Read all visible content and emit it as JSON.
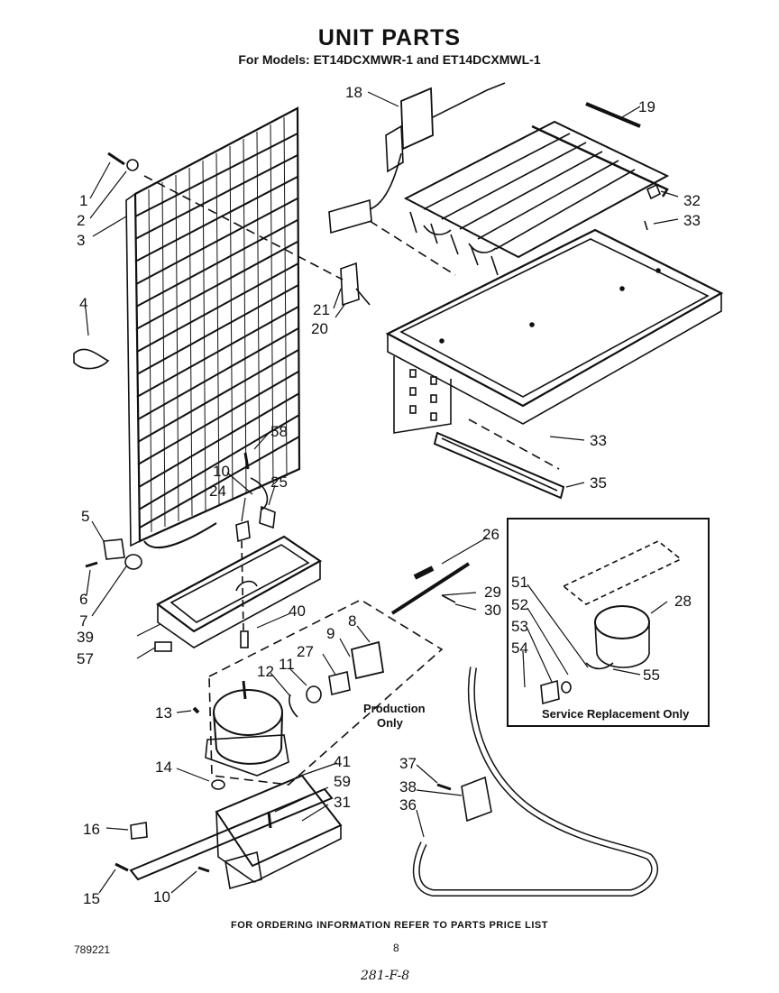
{
  "title": "UNIT PARTS",
  "subtitle": "For Models: ET14DCXMWR-1 and ET14DCXMWL-1",
  "labels": [
    "1",
    "2",
    "3",
    "4",
    "5",
    "6",
    "7",
    "8",
    "9",
    "10",
    "10",
    "11",
    "12",
    "13",
    "14",
    "15",
    "16",
    "18",
    "19",
    "20",
    "21",
    "24",
    "25",
    "26",
    "27",
    "28",
    "29",
    "30",
    "31",
    "32",
    "33",
    "33",
    "35",
    "36",
    "37",
    "38",
    "39",
    "40",
    "41",
    "51",
    "52",
    "53",
    "54",
    "55",
    "57",
    "58",
    "59"
  ],
  "production_note": [
    "Production",
    "Only"
  ],
  "service_note": "Service Replacement Only",
  "footer": "FOR ORDERING INFORMATION REFER TO PARTS PRICE LIST",
  "doc_code": "789221",
  "page_number": "8",
  "handwritten": "281-F-8"
}
